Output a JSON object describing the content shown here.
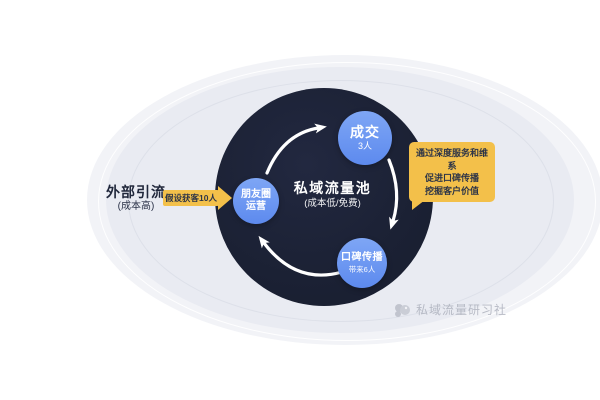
{
  "colors": {
    "background": "#ffffff",
    "halo_outer": "#f2f3f7",
    "halo_inner": "#e9ebf2",
    "pool_navy": "#1b2134",
    "node_blue": "#6d9af3",
    "accent_yellow": "#f3c04a",
    "flow_arrow_white": "#ffffff",
    "text_dark_navy": "#20273b",
    "watermark_gray": "#a9adb9"
  },
  "external_source": {
    "title": "外部引流",
    "subtitle": "(成本高)"
  },
  "acquisition_arrow": {
    "label": "假设获客10人"
  },
  "pool": {
    "title": "私域流量池",
    "subtitle": "(成本低/免费)"
  },
  "nodes": {
    "moments": {
      "line1": "朋友圈",
      "line2": "运营"
    },
    "deal": {
      "title": "成交",
      "subtitle": "3人"
    },
    "word_of_mouth": {
      "title": "口碑传播",
      "subtitle": "带来6人"
    }
  },
  "callout": {
    "lines": [
      "通过深度服务和维系",
      "促进口碑传播",
      "挖掘客户价值"
    ]
  },
  "watermark": {
    "text": "私域流量研习社"
  }
}
